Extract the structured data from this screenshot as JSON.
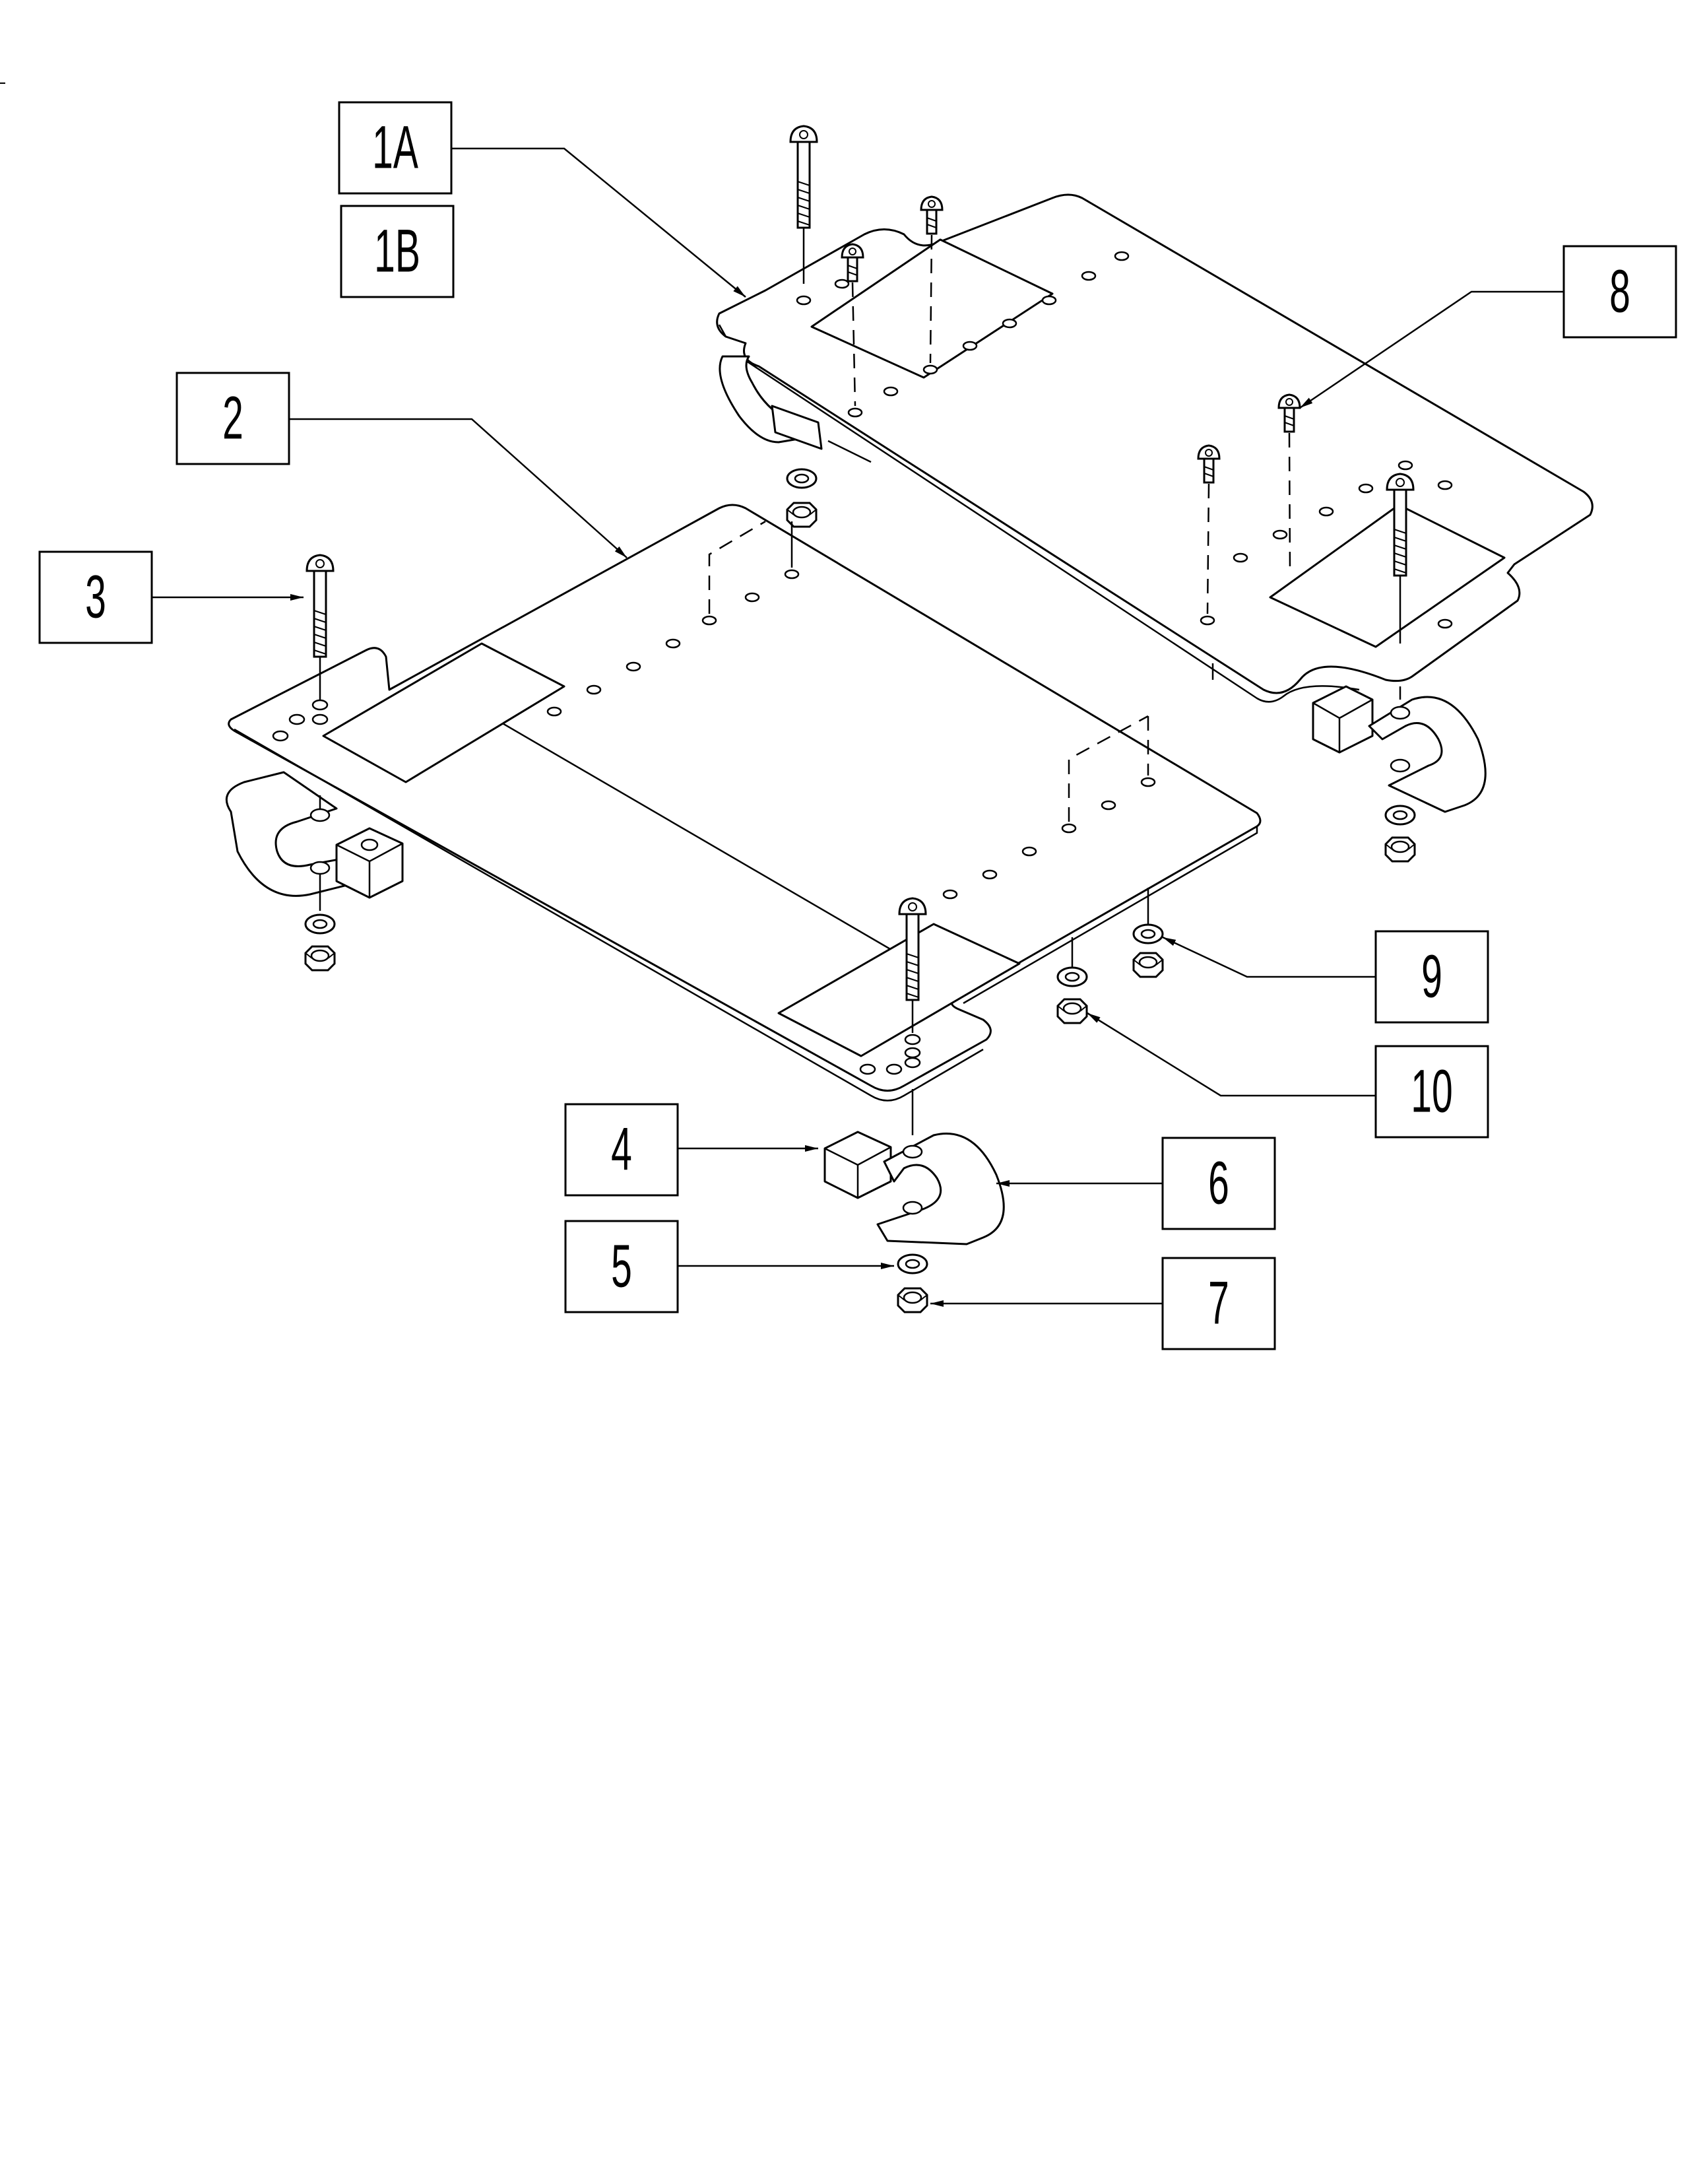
{
  "diagram": {
    "callouts": [
      {
        "id": "1A",
        "label": "1A"
      },
      {
        "id": "1B",
        "label": "1B"
      },
      {
        "id": "2",
        "label": "2"
      },
      {
        "id": "3",
        "label": "3"
      },
      {
        "id": "4",
        "label": "4"
      },
      {
        "id": "5",
        "label": "5"
      },
      {
        "id": "6",
        "label": "6"
      },
      {
        "id": "7",
        "label": "7"
      },
      {
        "id": "8",
        "label": "8"
      },
      {
        "id": "9",
        "label": "9"
      },
      {
        "id": "10",
        "label": "10"
      }
    ],
    "colors": {
      "line": "#000000",
      "background": "#ffffff"
    }
  }
}
